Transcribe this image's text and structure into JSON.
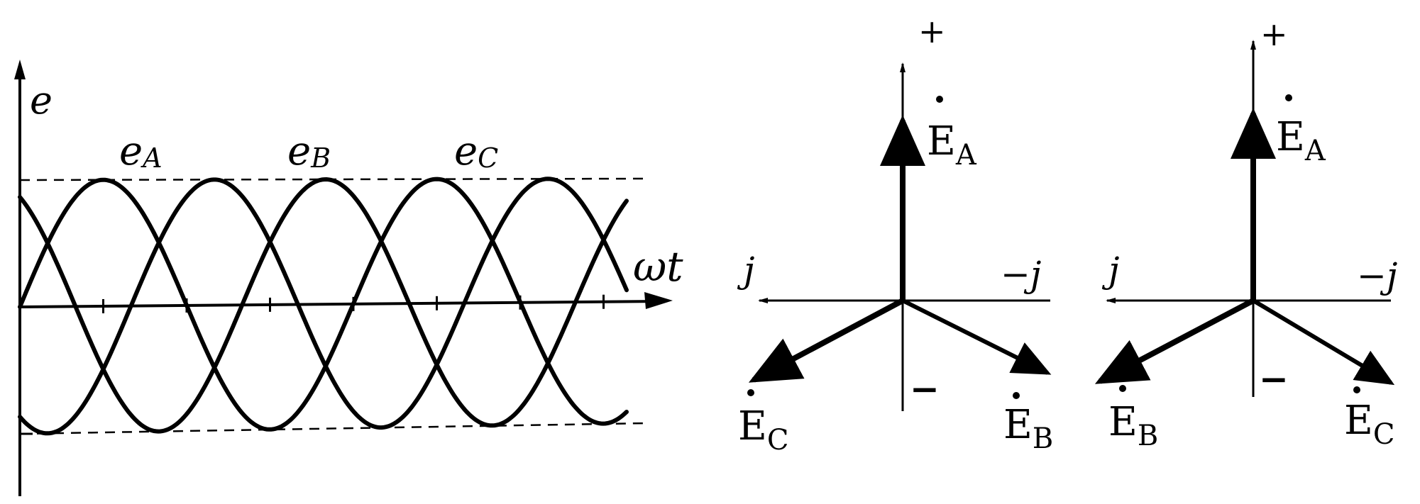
{
  "waveform": {
    "axis_e": "e",
    "axis_wt": "ωt",
    "curves": [
      {
        "name": "e",
        "sub": "A",
        "phase_deg": 0
      },
      {
        "name": "e",
        "sub": "B",
        "phase_deg": -120
      },
      {
        "name": "e",
        "sub": "C",
        "phase_deg": -240
      }
    ],
    "cycles_shown": 2
  },
  "phasor_left": {
    "plus": "+",
    "minus": "−",
    "j": "j",
    "neg_j": "−j",
    "phasors": [
      {
        "label": "E",
        "sub": "A",
        "angle_deg": 90
      },
      {
        "label": "E",
        "sub": "B",
        "angle_deg": -30
      },
      {
        "label": "E",
        "sub": "C",
        "angle_deg": 210
      }
    ]
  },
  "phasor_right": {
    "plus": "+",
    "minus": "−",
    "j": "j",
    "neg_j": "−j",
    "phasors": [
      {
        "label": "E",
        "sub": "A",
        "angle_deg": 90
      },
      {
        "label": "E",
        "sub": "C",
        "angle_deg": -30
      },
      {
        "label": "E",
        "sub": "B",
        "angle_deg": 210
      }
    ]
  }
}
